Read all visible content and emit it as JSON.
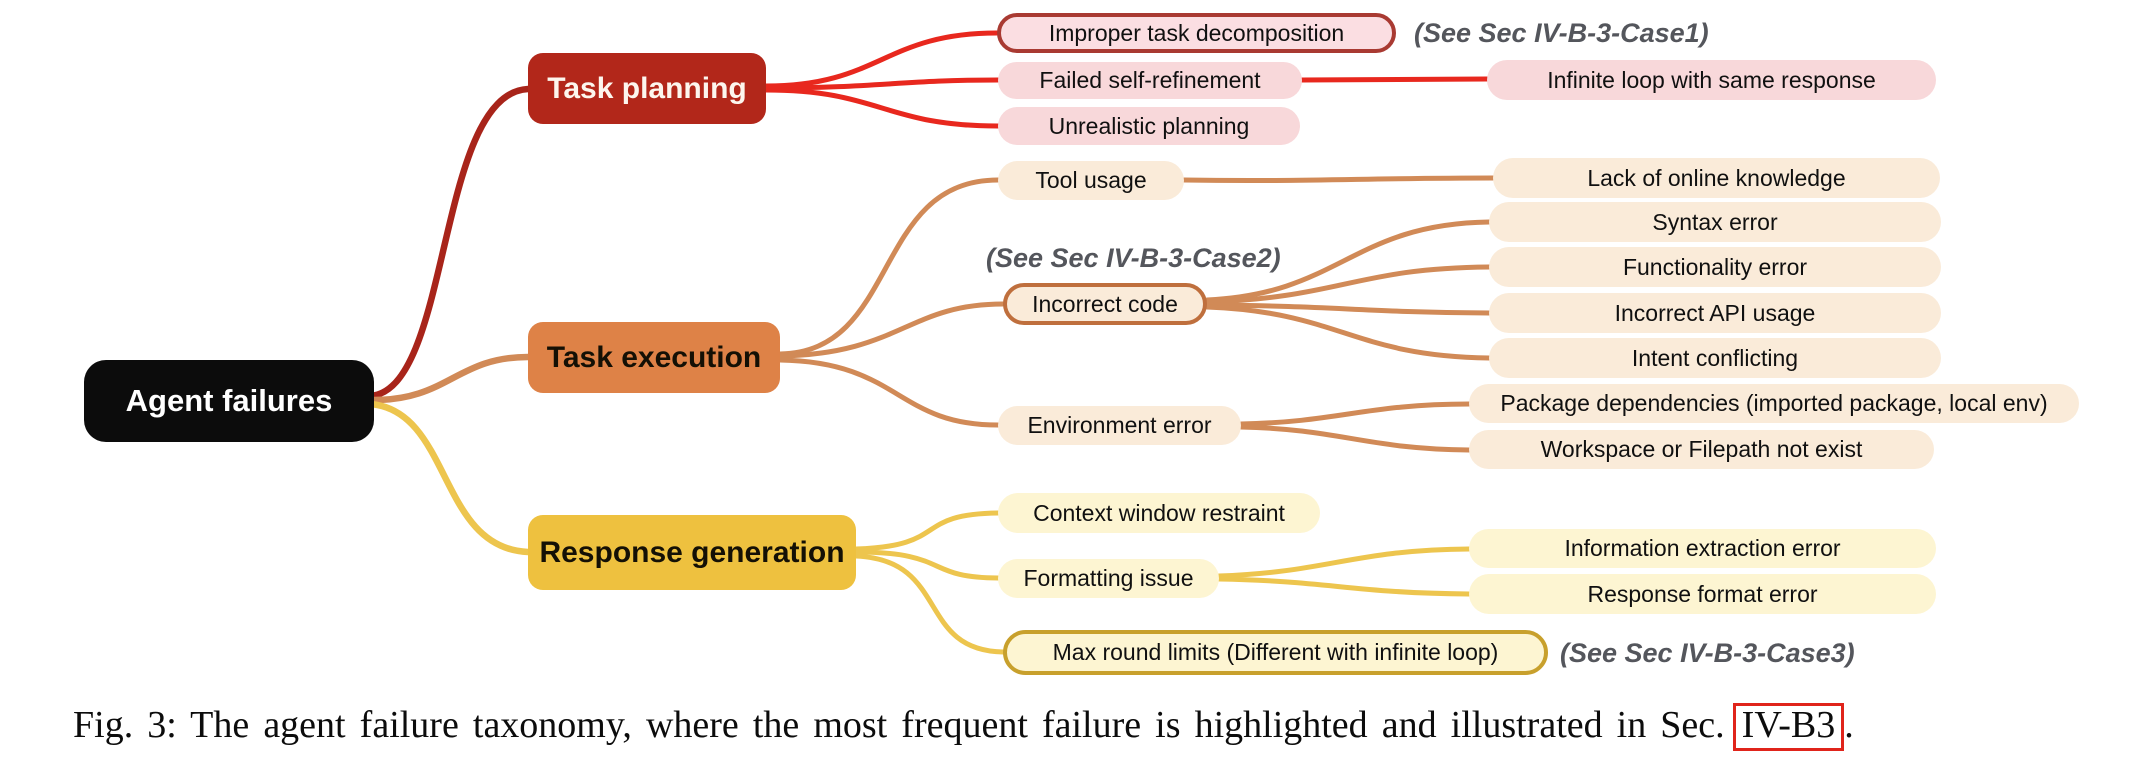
{
  "colors": {
    "root_bg": "#0c0c0c",
    "task_planning_bg": "#b2271a",
    "task_planning_link": "#e8281e",
    "task_planning_leaf_bg": "#f8d8da",
    "task_planning_leaf_border": "#a93a32",
    "task_execution_bg": "#de8247",
    "task_execution_link": "#d18a57",
    "task_execution_leaf_bg": "#faebd9",
    "task_execution_leaf_border": "#bf6f3d",
    "response_generation_bg": "#eec13f",
    "response_generation_link": "#edc54e",
    "response_generation_leaf_bg": "#fdf5d2",
    "response_generation_leaf_border": "#c8a02c",
    "annotation_text": "#54565c",
    "caption_link_box": "#e0241b"
  },
  "root": {
    "label": "Agent failures"
  },
  "planning": {
    "label": "Task planning",
    "improper": "Improper task decomposition",
    "improper_note": "(See Sec IV-B-3-Case1)",
    "failed": "Failed self-refinement",
    "infinite_loop": "Infinite loop with same response",
    "unrealistic": "Unrealistic planning"
  },
  "execution": {
    "label": "Task execution",
    "tool_usage": "Tool usage",
    "lack_online": "Lack of online knowledge",
    "incorrect_code_note": "(See Sec IV-B-3-Case2)",
    "incorrect_code": "Incorrect code",
    "syntax": "Syntax error",
    "functionality": "Functionality error",
    "api": "Incorrect API usage",
    "intent": "Intent conflicting",
    "environment": "Environment error",
    "package": "Package dependencies (imported package, local env)",
    "workspace": "Workspace or Filepath not exist"
  },
  "response": {
    "label": "Response generation",
    "context": "Context window restraint",
    "formatting": "Formatting issue",
    "info_extraction": "Information extraction error",
    "format_error": "Response format error",
    "max_round": "Max round limits (Different with infinite loop)",
    "max_round_note": "(See Sec IV-B-3-Case3)"
  },
  "caption": {
    "prefix": "Fig. 3: The agent failure taxonomy, where the most frequent failure is highlighted and illustrated in Sec.",
    "link": "IV-B3",
    "suffix": "."
  }
}
